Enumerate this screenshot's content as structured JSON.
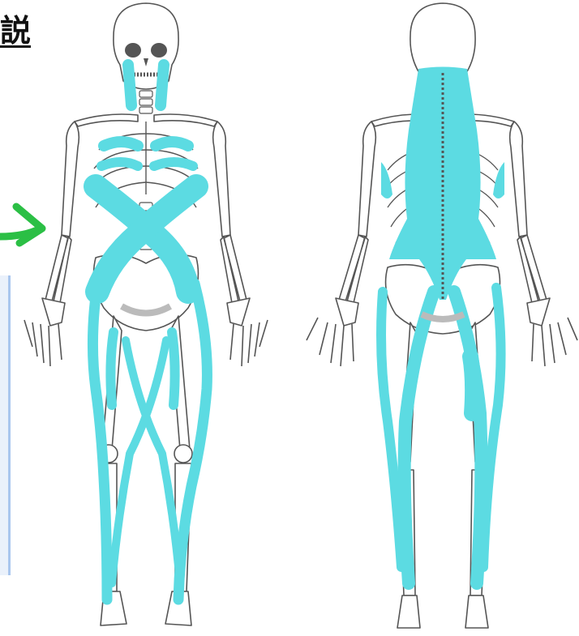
{
  "header": {
    "title_fragment": "説"
  },
  "figure": {
    "muscle_color": "#5cdbe2",
    "bone_fill": "#ffffff",
    "bone_stroke": "#555555",
    "arrow_color": "#2bbf45",
    "panel_border": "#a9c6ee",
    "views": [
      "front-skeleton",
      "back-skeleton"
    ]
  }
}
